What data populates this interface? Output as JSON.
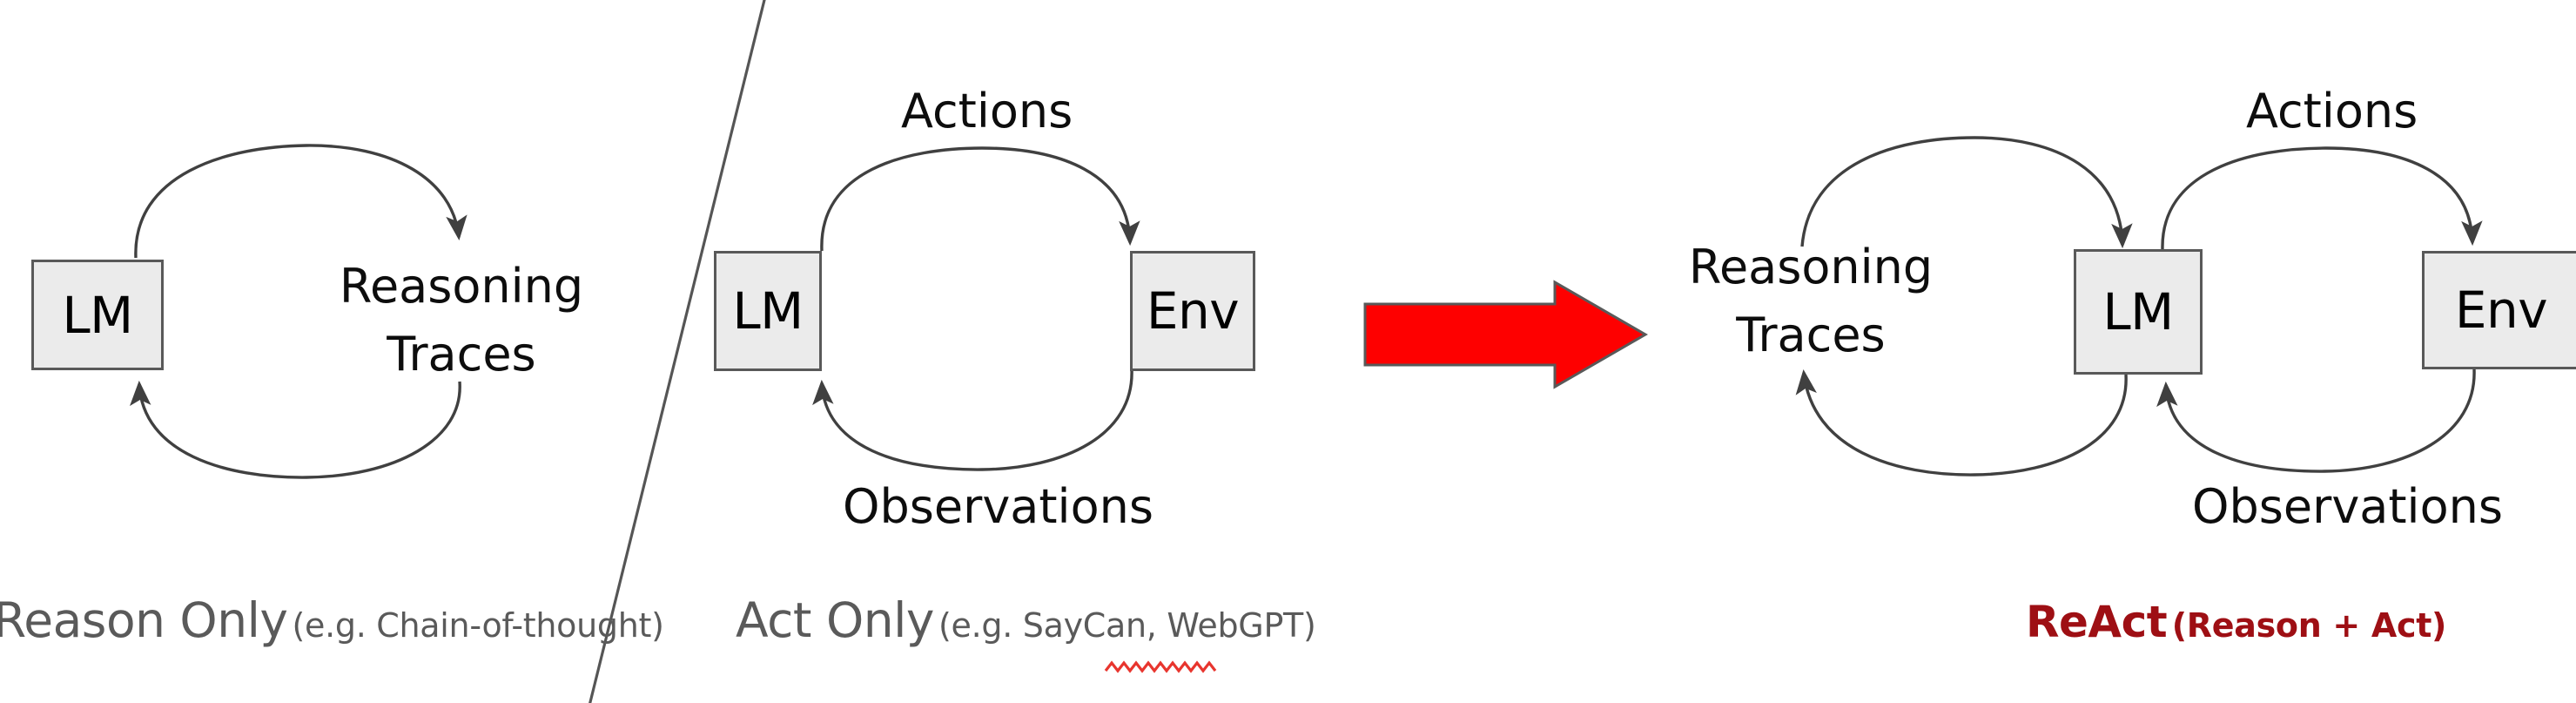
{
  "figure": {
    "type": "conceptual-diagram",
    "background_color": "#ffffff",
    "accent_color": "#fe0000",
    "react_color": "#9e0f14",
    "node_fill": "#ebebeb",
    "node_stroke": "#595959",
    "arrow_color": "#404040"
  },
  "panels": [
    {
      "id": "reason-only",
      "nodes": [
        {
          "id": "lm",
          "label": "LM"
        }
      ],
      "edge_labels": [
        {
          "id": "reasoning-traces",
          "line1": "Reasoning",
          "line2": "Traces"
        }
      ],
      "caption": {
        "main": "Reason Only",
        "sub": "(e.g. Chain-of-thought)",
        "spellcheck_underline": false
      }
    },
    {
      "id": "act-only",
      "nodes": [
        {
          "id": "lm",
          "label": "LM"
        },
        {
          "id": "env",
          "label": "Env"
        }
      ],
      "edge_labels": [
        {
          "id": "actions",
          "line1": "Actions"
        },
        {
          "id": "observations",
          "line1": "Observations"
        }
      ],
      "caption": {
        "main": "Act Only",
        "sub": "(e.g. SayCan, WebGPT)",
        "spellcheck_underline": true,
        "spellcheck_word": "WebGPT"
      }
    },
    {
      "id": "react",
      "nodes": [
        {
          "id": "lm",
          "label": "LM"
        },
        {
          "id": "env",
          "label": "Env"
        }
      ],
      "edge_labels": [
        {
          "id": "reasoning-traces",
          "line1": "Reasoning",
          "line2": "Traces"
        },
        {
          "id": "actions",
          "line1": "Actions"
        },
        {
          "id": "observations",
          "line1": "Observations"
        }
      ],
      "caption": {
        "main": "ReAct",
        "sub": "(Reason + Act)",
        "spellcheck_underline": false
      }
    }
  ],
  "transition_arrow": {
    "id": "red-transition-arrow",
    "direction": "right",
    "color": "#fe0000"
  },
  "divider": {
    "id": "panel-divider",
    "style": "diagonal-line"
  }
}
